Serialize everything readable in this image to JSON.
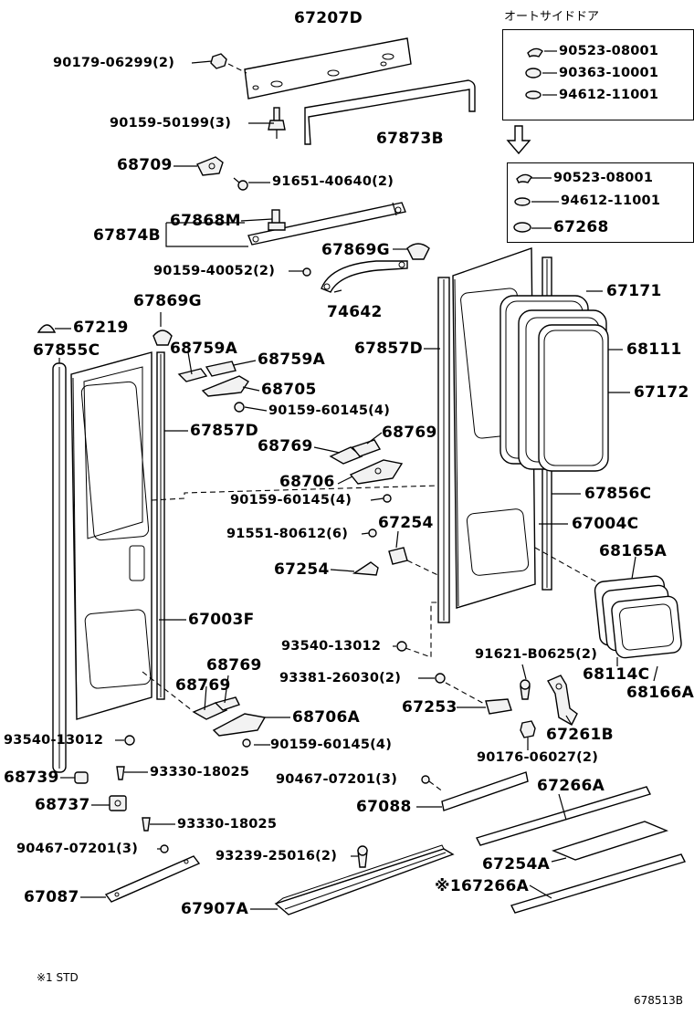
{
  "header": {
    "outside_door_label": "オートサイドドア"
  },
  "boxes": {
    "upper": [
      "90523-08001",
      "90363-10001",
      "94612-11001"
    ],
    "lower": [
      "90523-08001",
      "94612-11001",
      "67268"
    ]
  },
  "labels": {
    "p67207D": "67207D",
    "p90179": "90179-06299(2)",
    "p90159_50199": "90159-50199(3)",
    "p67873B": "67873B",
    "p68709": "68709",
    "p91651": "91651-40640(2)",
    "p67868M": "67868M",
    "p67874B": "67874B",
    "p67869G_r": "67869G",
    "p90159_40052": "90159-40052(2)",
    "p74642": "74642",
    "p67869G_l": "67869G",
    "p67219": "67219",
    "p67855C": "67855C",
    "p68759A_1": "68759A",
    "p68759A_2": "68759A",
    "p68705": "68705",
    "p90159_60145_a": "90159-60145(4)",
    "p67857D_l": "67857D",
    "p68769_a": "68769",
    "p68769_b": "68769",
    "p68706": "68706",
    "p90159_60145_b": "90159-60145(4)",
    "p91551": "91551-80612(6)",
    "p67254_a": "67254",
    "p67254_b": "67254",
    "p67003F": "67003F",
    "p93540_a": "93540-13012",
    "p68769_c": "68769",
    "p93381": "93381-26030(2)",
    "p68769_d": "68769",
    "p68706A": "68706A",
    "p90159_60145_c": "90159-60145(4)",
    "p93540_b": "93540-13012",
    "p68739": "68739",
    "p93330_a": "93330-18025",
    "p68737": "68737",
    "p93330_b": "93330-18025",
    "p90467_a": "90467-07201(3)",
    "p67087": "67087",
    "p93239": "93239-25016(2)",
    "p67907A": "67907A",
    "p67857D_r": "67857D",
    "p67171": "67171",
    "p68111": "68111",
    "p67172": "67172",
    "p67856C": "67856C",
    "p67004C": "67004C",
    "p68165A": "68165A",
    "p68114C": "68114C",
    "p68166A": "68166A",
    "p91621": "91621-B0625(2)",
    "p67253": "67253",
    "p67261B": "67261B",
    "p90176": "90176-06027(2)",
    "p90467_b": "90467-07201(3)",
    "p67088": "67088",
    "p67266A_1": "67266A",
    "p67254A": "67254A",
    "p67266A_2": "※167266A"
  },
  "footer": {
    "note": "※1 STD",
    "diagram_id": "678513B"
  }
}
